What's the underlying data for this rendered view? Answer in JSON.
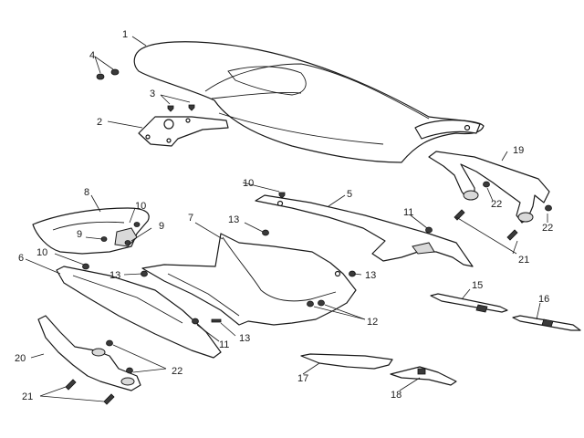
{
  "diagram": {
    "background": "#ffffff",
    "line_color": "#1a1a1a",
    "callouts": [
      {
        "id": "c1",
        "label": "1"
      },
      {
        "id": "c2",
        "label": "2"
      },
      {
        "id": "c3",
        "label": "3"
      },
      {
        "id": "c4",
        "label": "4"
      },
      {
        "id": "c5",
        "label": "5"
      },
      {
        "id": "c6",
        "label": "6"
      },
      {
        "id": "c7",
        "label": "7"
      },
      {
        "id": "c8",
        "label": "8"
      },
      {
        "id": "c9a",
        "label": "9"
      },
      {
        "id": "c9b",
        "label": "9"
      },
      {
        "id": "c10a",
        "label": "10"
      },
      {
        "id": "c10b",
        "label": "10"
      },
      {
        "id": "c10c",
        "label": "10"
      },
      {
        "id": "c11a",
        "label": "11"
      },
      {
        "id": "c11b",
        "label": "11"
      },
      {
        "id": "c12",
        "label": "12"
      },
      {
        "id": "c13a",
        "label": "13"
      },
      {
        "id": "c13b",
        "label": "13"
      },
      {
        "id": "c13c",
        "label": "13"
      },
      {
        "id": "c13d",
        "label": "13"
      },
      {
        "id": "c15",
        "label": "15"
      },
      {
        "id": "c16",
        "label": "16"
      },
      {
        "id": "c17",
        "label": "17"
      },
      {
        "id": "c18",
        "label": "18"
      },
      {
        "id": "c19",
        "label": "19"
      },
      {
        "id": "c20",
        "label": "20"
      },
      {
        "id": "c21a",
        "label": "21"
      },
      {
        "id": "c21b",
        "label": "21"
      },
      {
        "id": "c22a",
        "label": "22"
      },
      {
        "id": "c22b",
        "label": "22"
      },
      {
        "id": "c22c",
        "label": "22"
      }
    ]
  }
}
